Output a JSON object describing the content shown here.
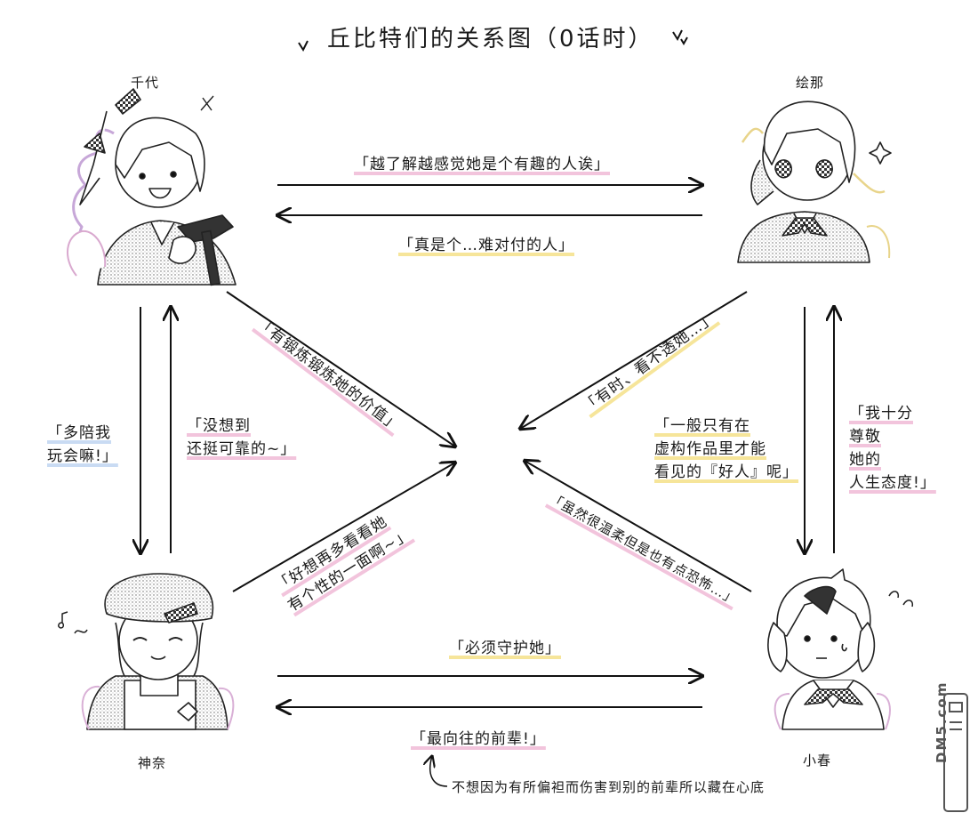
{
  "title": "丘比特们的关系图（0话时）",
  "characters": {
    "chiyo": "千代",
    "ena": "绘那",
    "kanna": "神奈",
    "koharu": "小春"
  },
  "relations": {
    "chiyo_to_ena": "「越了解越感觉她是个有趣的人诶」",
    "ena_to_chiyo": "「真是个…难对付的人」",
    "chiyo_to_koharu": "「有锻炼锻炼她的价值」",
    "ena_to_kanna": "「有时、看不透她…」",
    "chiyo_to_kanna": "「多陪我\n玩会嘛!」",
    "kanna_to_chiyo": "「没想到\n还挺可靠的~」",
    "ena_to_koharu": "「一般只有在\n虚构作品里才能\n看见的『好人』呢」",
    "koharu_to_ena": "「我十分\n尊敬\n她的\n人生态度!」",
    "kanna_to_ena": "「好想再多看看她\n有个性的一面啊~」",
    "koharu_to_chiyo": "「虽然很温柔但是也有点恐怖…」",
    "kanna_to_koharu": "「必须守护她」",
    "koharu_to_kanna": "「最向往的前辈!」"
  },
  "annotation": "不想因为有所偏袒而伤害到别的前辈所以藏在心底",
  "watermark": "DM5.com"
}
